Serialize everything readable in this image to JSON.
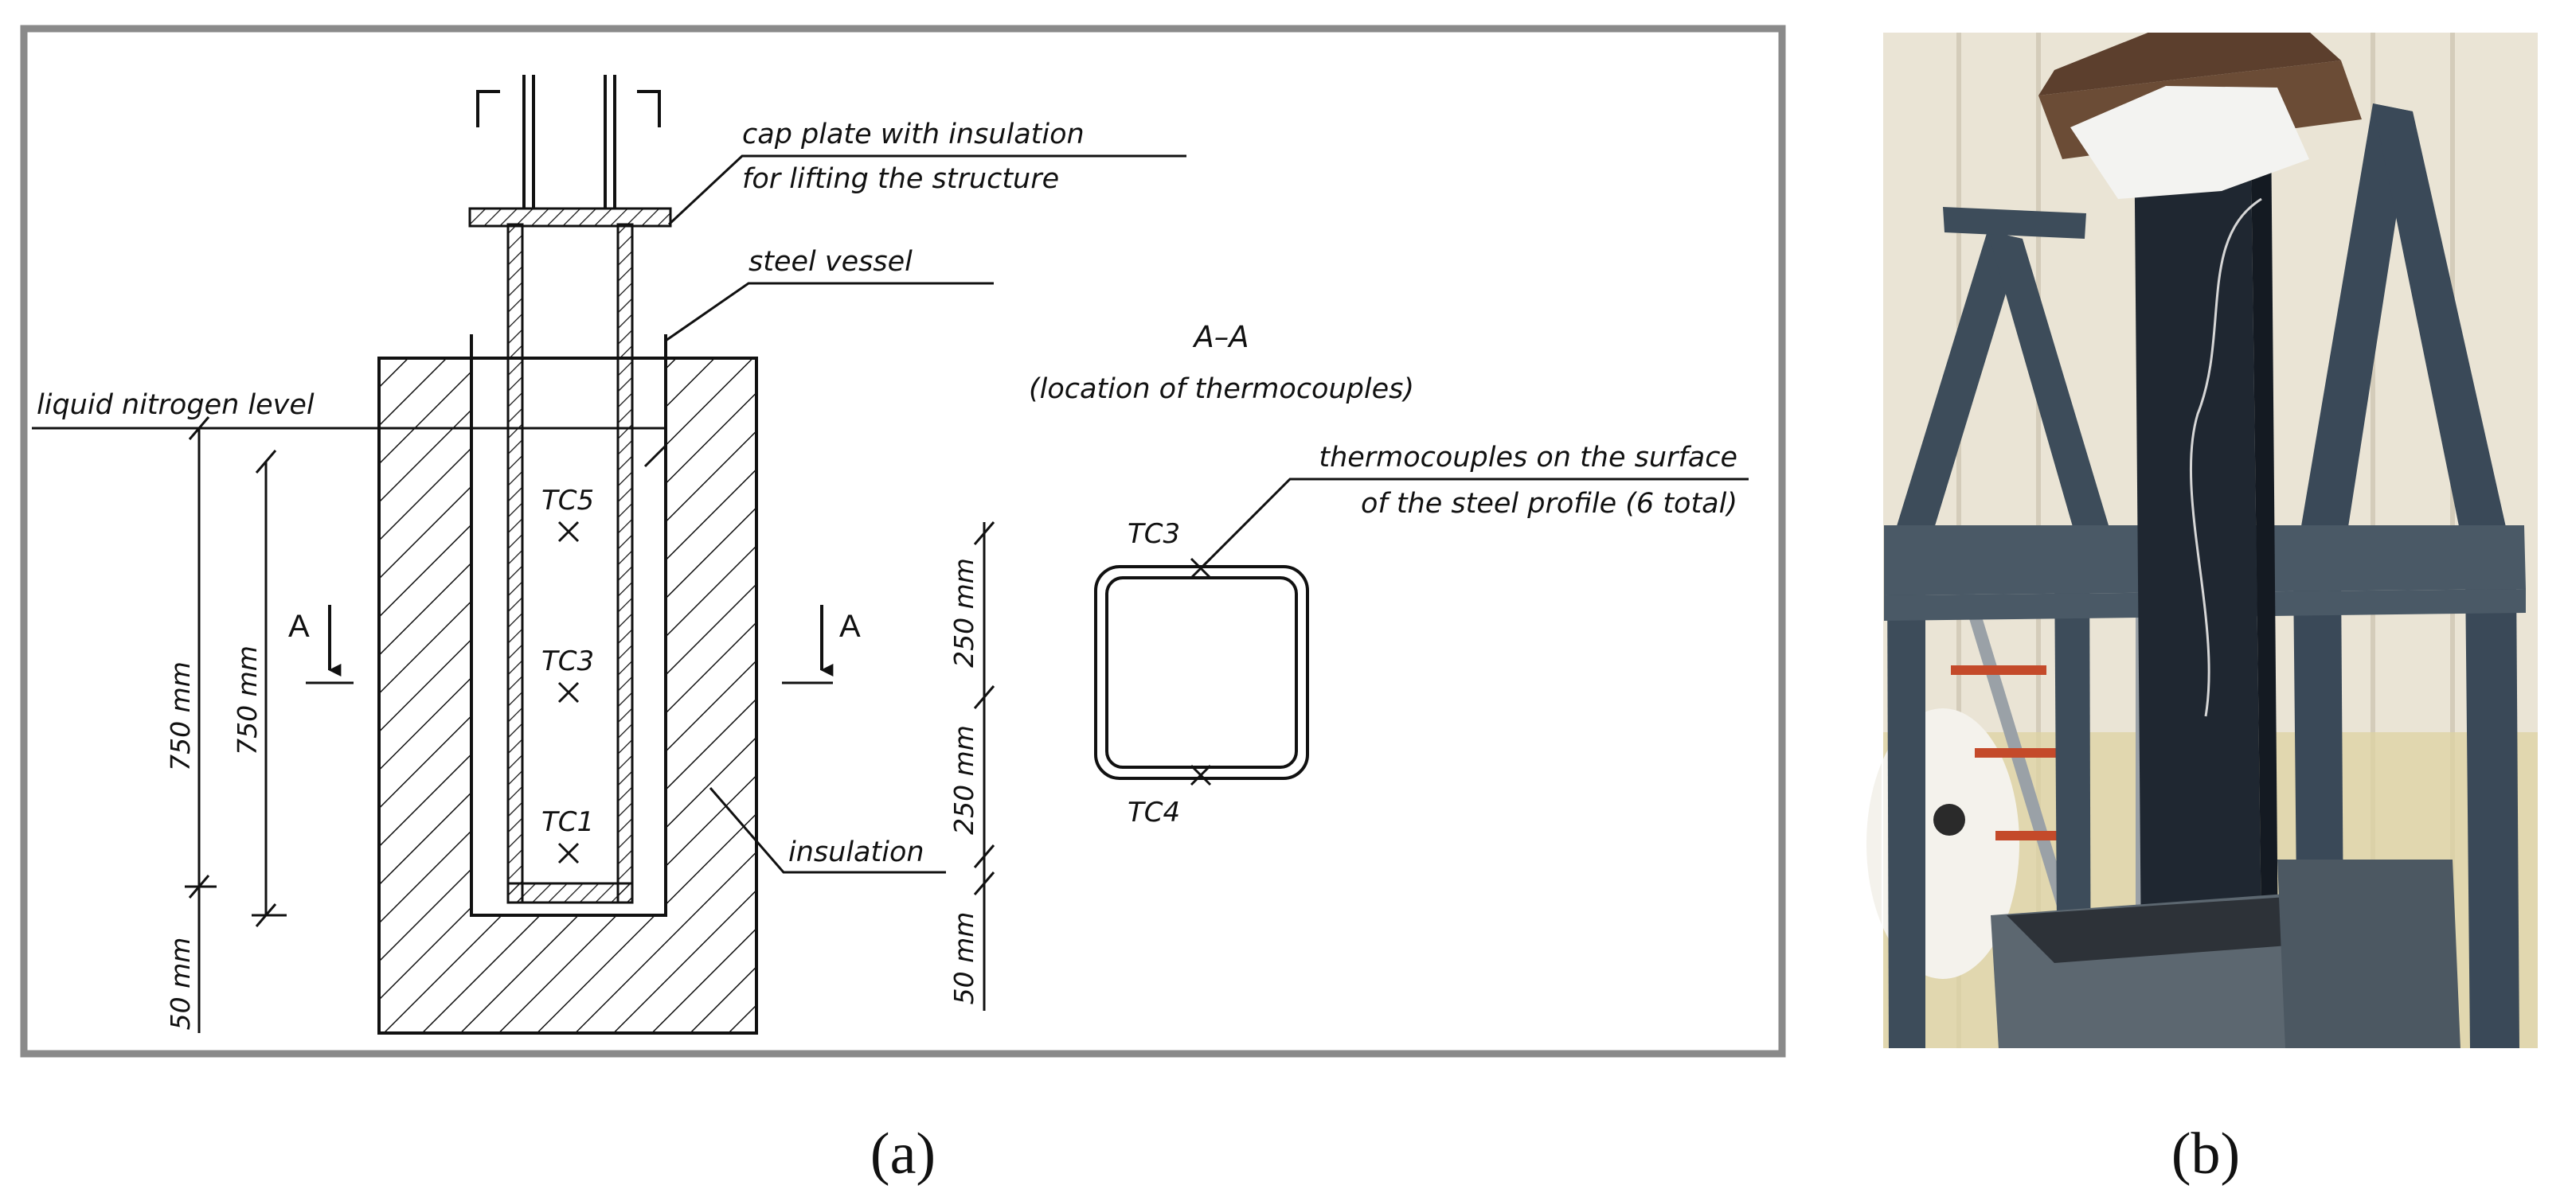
{
  "panel_a": {
    "caption": "(a)",
    "labels": {
      "cap_plate_line1": "cap plate with insulation",
      "cap_plate_line2": "for lifting the structure",
      "steel_vessel": "steel vessel",
      "liquid_nitrogen_level": "liquid nitrogen level",
      "insulation": "insulation",
      "section_title": "A–A",
      "section_subtitle": "(location of thermocouples)",
      "thermocouples_line1": "thermocouples on the surface",
      "thermocouples_line2": "of the steel profile (6 total)"
    },
    "thermocouples": {
      "tc5": "TC5",
      "tc3": "TC3",
      "tc1": "TC1",
      "tc3_section": "TC3",
      "tc4_section": "TC4"
    },
    "dimensions": {
      "outer_750": "750 mm",
      "inner_750": "750 mm",
      "bottom_50": "50 mm",
      "right_250_top": "250 mm",
      "right_250_bottom": "250 mm",
      "right_50": "50 mm"
    },
    "section_marks": {
      "left": "A",
      "right": "A"
    }
  },
  "panel_b": {
    "caption": "(b)"
  },
  "colors": {
    "frame_border": "#8a8a8a",
    "line": "#111111",
    "steel_frame": "#3d4c5a",
    "steel_column": "#1e2630"
  }
}
